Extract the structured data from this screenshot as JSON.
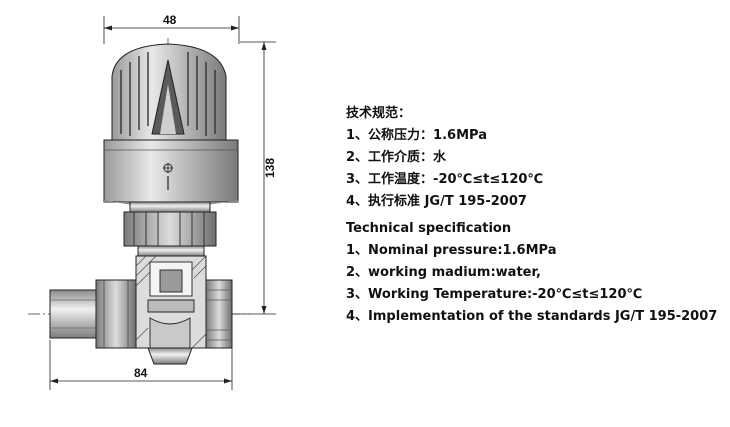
{
  "dimensions": {
    "width": "48",
    "height": "138",
    "length": "84"
  },
  "spec_cn": {
    "title": "技术规范：",
    "items": [
      "1、公称压力：1.6MPa",
      "2、工作介质：水",
      "3、工作温度：-20℃≤t≤120℃",
      "4、执行标准 JG/T 195-2007"
    ]
  },
  "spec_en": {
    "title": "Technical specification",
    "items": [
      "1、Nominal pressure:1.6MPa",
      "2、working madium:water,",
      "3、Working Temperature:-20℃≤t≤120℃",
      "4、Implementation of the standards JG/T 195-2007"
    ]
  }
}
